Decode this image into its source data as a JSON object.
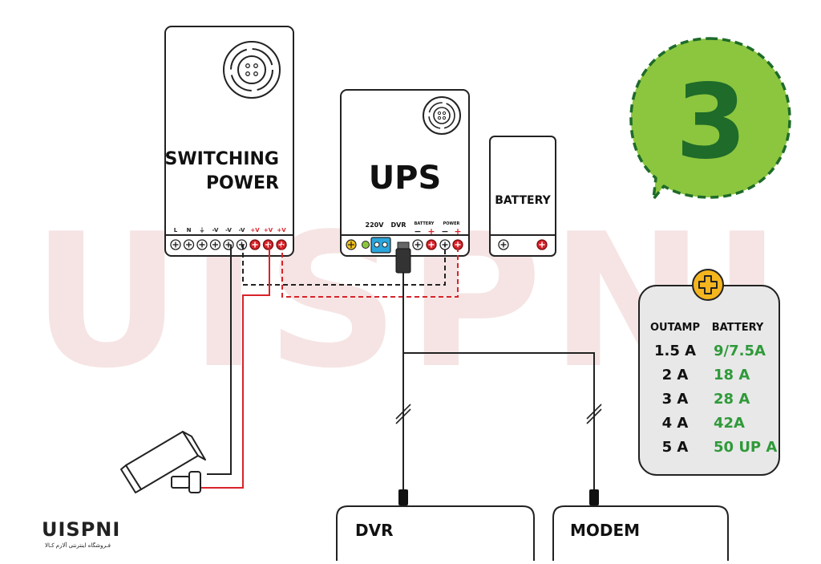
{
  "watermark": {
    "text": "UISPNI"
  },
  "badge": {
    "number": "3",
    "color_fill": "#8cc63f",
    "color_text": "#1e6b2a"
  },
  "switching_power": {
    "line1": "SWITCHING",
    "line2": "POWER",
    "terminals": [
      "L",
      "N",
      "⏚",
      "-V",
      "-V",
      "-V",
      "+V",
      "+V",
      "+V"
    ]
  },
  "ups": {
    "title": "UPS",
    "label_220v": "220V",
    "label_dvr": "DVR",
    "label_battery": "BATTERY",
    "label_power": "POWER"
  },
  "battery": {
    "title": "BATTERY"
  },
  "dvr": {
    "title": "DVR"
  },
  "modem": {
    "title": "MODEM"
  },
  "table": {
    "headers": [
      "OUTAMP",
      "BATTERY"
    ],
    "rows": [
      {
        "out": "1.5 A",
        "battery": "9/7.5A"
      },
      {
        "out": "2 A",
        "battery": "18 A"
      },
      {
        "out": "3 A",
        "battery": "28 A"
      },
      {
        "out": "4 A",
        "battery": "42A"
      },
      {
        "out": "5 A",
        "battery": "50 UP A"
      }
    ],
    "battery_color": "#2f9a3a"
  },
  "logo": {
    "text": "UISPNI",
    "subtitle": "فـروشگاه اینترنتی آلارم کـالا"
  },
  "colors": {
    "red": "#d8232a",
    "dark": "#222222",
    "watermark": "#f2dada"
  }
}
